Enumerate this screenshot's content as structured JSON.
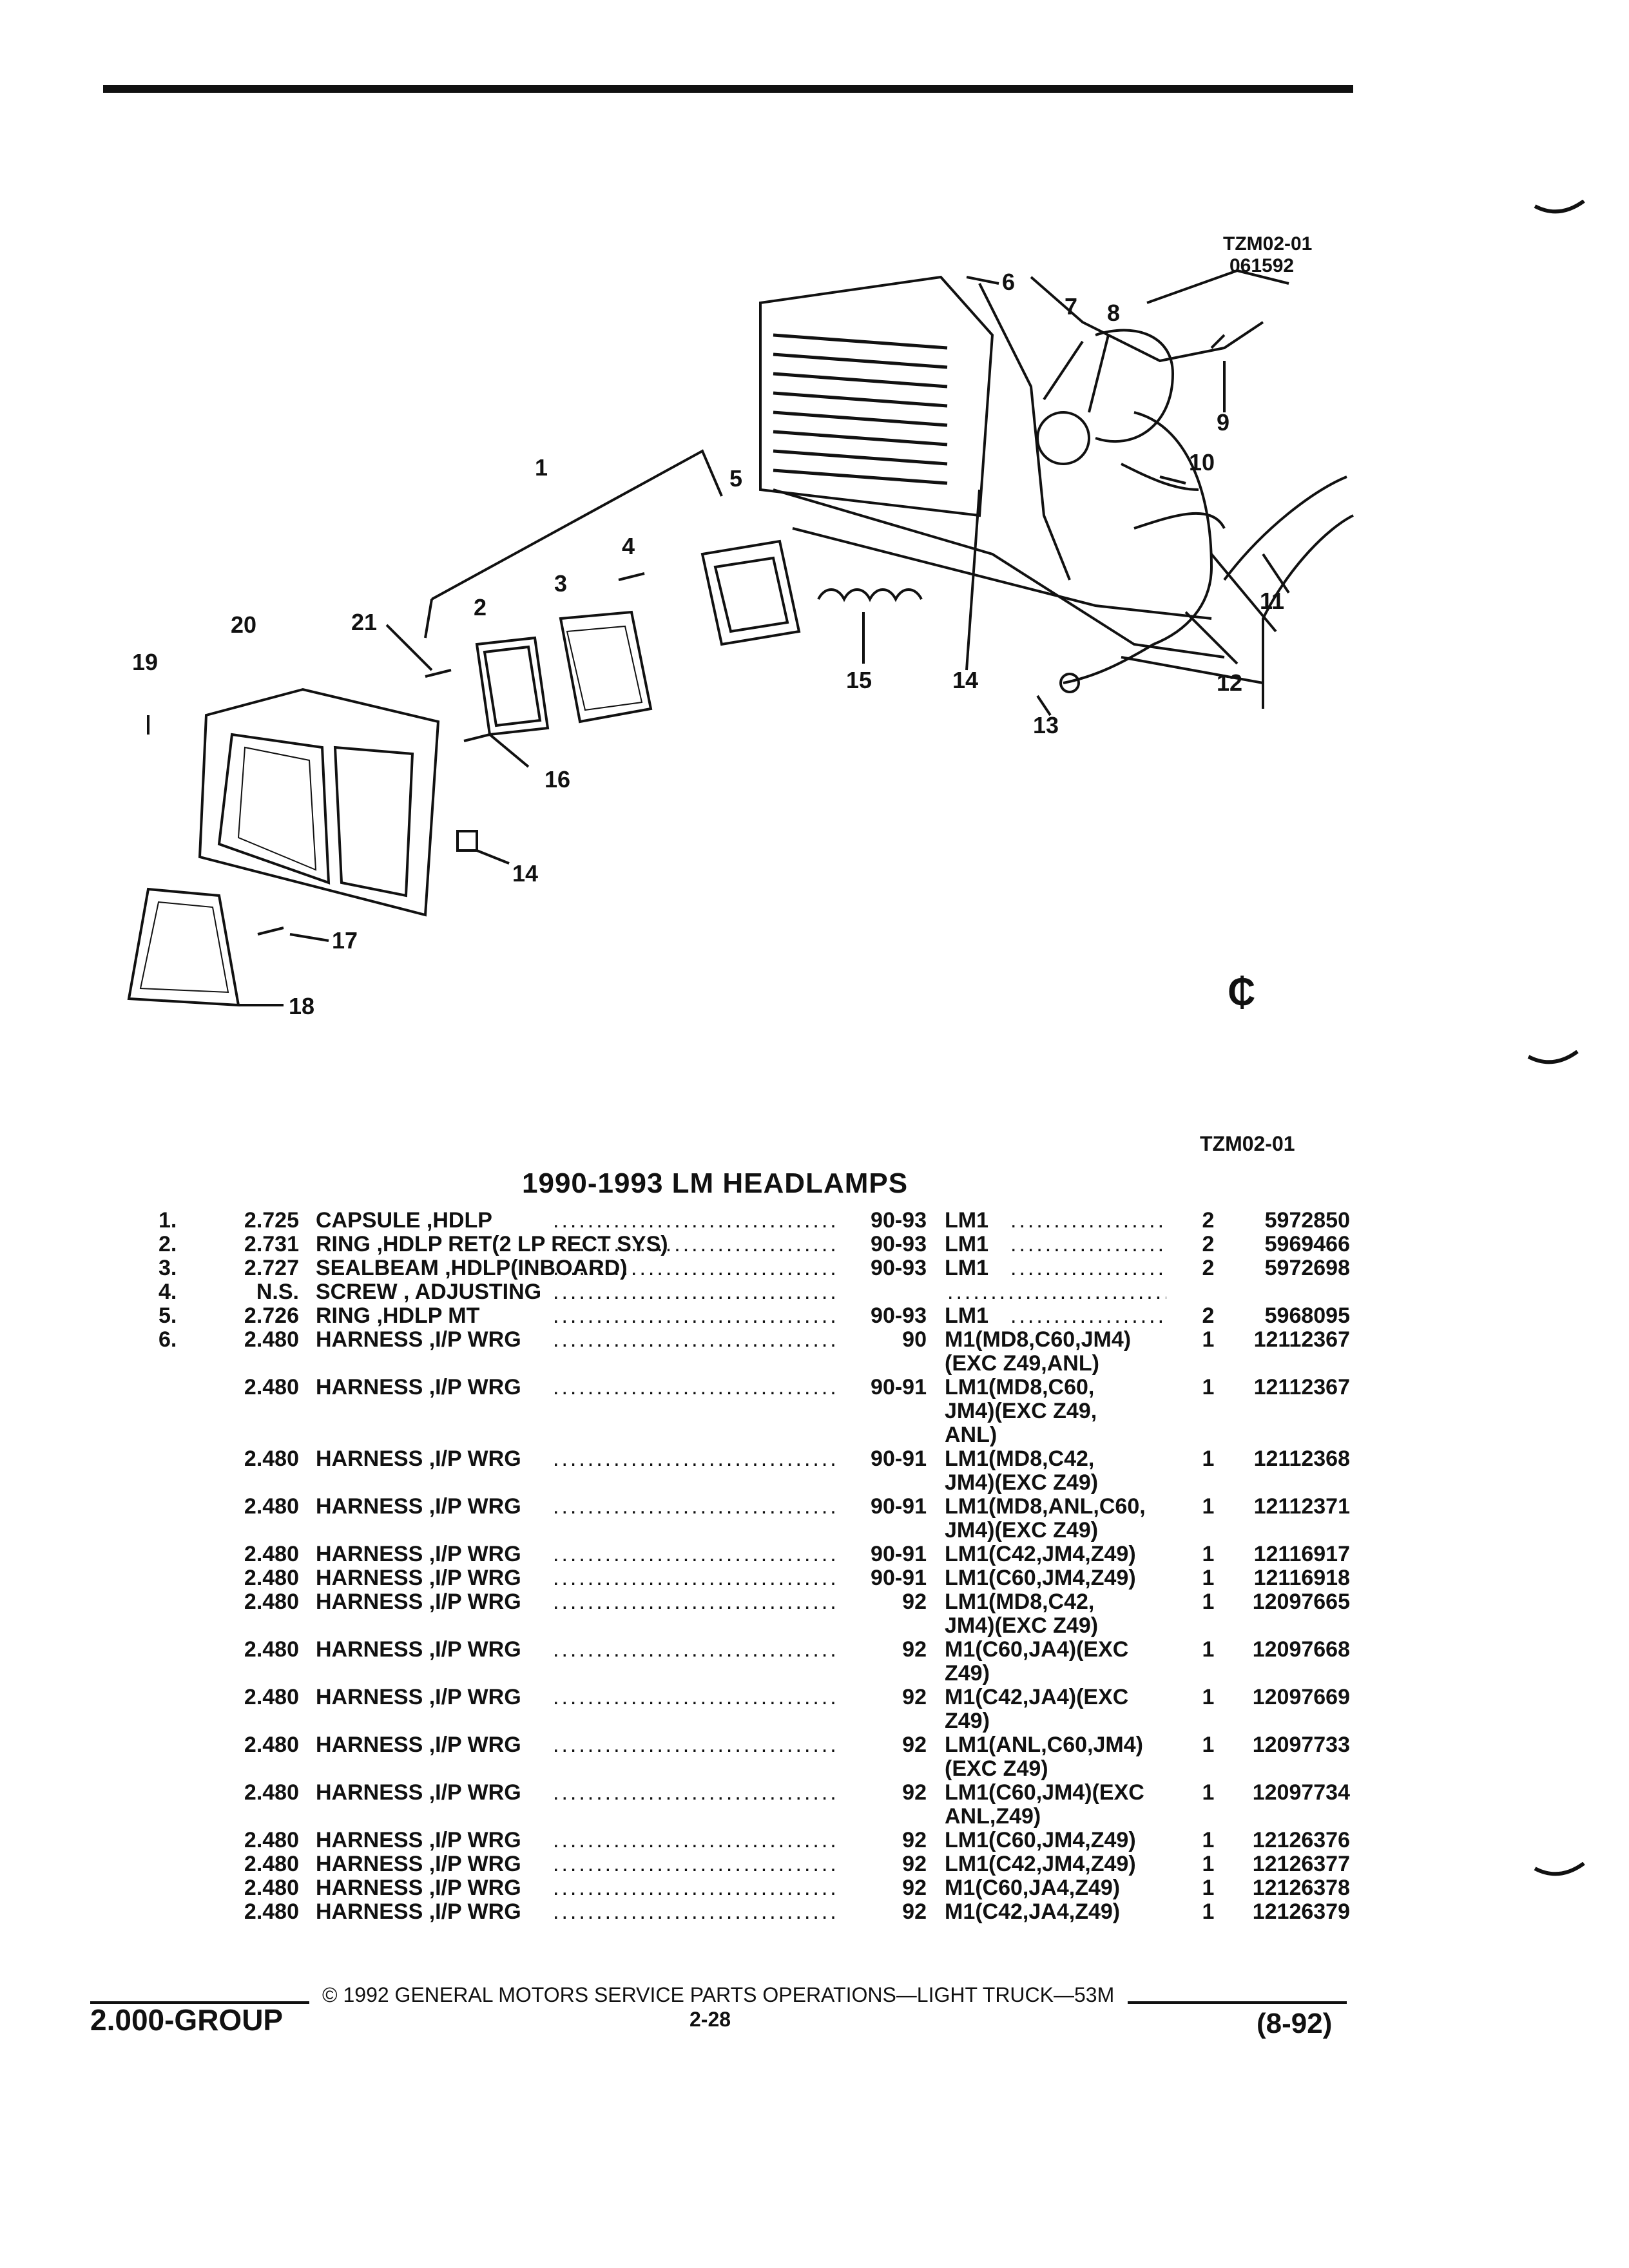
{
  "header": {
    "stamp_code": "TZM02-01",
    "stamp_date": "061592"
  },
  "callouts": [
    "1",
    "2",
    "3",
    "4",
    "5",
    "6",
    "7",
    "8",
    "9",
    "10",
    "11",
    "12",
    "13",
    "14",
    "15",
    "14",
    "16",
    "17",
    "18",
    "19",
    "20",
    "21"
  ],
  "logo_glyph": "₵",
  "figure_code": "TZM02-01",
  "section_title": "1990-1993 LM HEADLAMPS",
  "parts": [
    {
      "idx": "1.",
      "ref": "2.725",
      "desc": "CAPSULE ,HDLP",
      "years": "90-93",
      "app": "LM1",
      "qty": "2",
      "pn": "5972850"
    },
    {
      "idx": "2.",
      "ref": "2.731",
      "desc": "RING ,HDLP RET(2 LP RECT SYS)",
      "years": "90-93",
      "app": "LM1",
      "qty": "2",
      "pn": "5969466"
    },
    {
      "idx": "3.",
      "ref": "2.727",
      "desc": "SEALBEAM ,HDLP(INBOARD)",
      "years": "90-93",
      "app": "LM1",
      "qty": "2",
      "pn": "5972698"
    },
    {
      "idx": "4.",
      "ref": "N.S.",
      "desc": "SCREW , ADJUSTING",
      "years": "",
      "app": "",
      "qty": "",
      "pn": ""
    },
    {
      "idx": "5.",
      "ref": "2.726",
      "desc": "RING ,HDLP MT",
      "years": "90-93",
      "app": "LM1",
      "qty": "2",
      "pn": "5968095"
    },
    {
      "idx": "6.",
      "ref": "2.480",
      "desc": "HARNESS ,I/P WRG",
      "years": "90",
      "app": "M1(MD8,C60,JM4)\n(EXC Z49,ANL)",
      "qty": "1",
      "pn": "12112367"
    },
    {
      "idx": "",
      "ref": "2.480",
      "desc": "HARNESS ,I/P WRG",
      "years": "90-91",
      "app": "LM1(MD8,C60,\nJM4)(EXC Z49,\nANL)",
      "qty": "1",
      "pn": "12112367"
    },
    {
      "idx": "",
      "ref": "2.480",
      "desc": "HARNESS ,I/P WRG",
      "years": "90-91",
      "app": "LM1(MD8,C42,\nJM4)(EXC Z49)",
      "qty": "1",
      "pn": "12112368"
    },
    {
      "idx": "",
      "ref": "2.480",
      "desc": "HARNESS ,I/P WRG",
      "years": "90-91",
      "app": "LM1(MD8,ANL,C60,\nJM4)(EXC Z49)",
      "qty": "1",
      "pn": "12112371"
    },
    {
      "idx": "",
      "ref": "2.480",
      "desc": "HARNESS ,I/P WRG",
      "years": "90-91",
      "app": "LM1(C42,JM4,Z49)",
      "qty": "1",
      "pn": "12116917"
    },
    {
      "idx": "",
      "ref": "2.480",
      "desc": "HARNESS ,I/P WRG",
      "years": "90-91",
      "app": "LM1(C60,JM4,Z49)",
      "qty": "1",
      "pn": "12116918"
    },
    {
      "idx": "",
      "ref": "2.480",
      "desc": "HARNESS ,I/P WRG",
      "years": "92",
      "app": "LM1(MD8,C42,\nJM4)(EXC Z49)",
      "qty": "1",
      "pn": "12097665"
    },
    {
      "idx": "",
      "ref": "2.480",
      "desc": "HARNESS ,I/P WRG",
      "years": "92",
      "app": "M1(C60,JA4)(EXC\nZ49)",
      "qty": "1",
      "pn": "12097668"
    },
    {
      "idx": "",
      "ref": "2.480",
      "desc": "HARNESS ,I/P WRG",
      "years": "92",
      "app": "M1(C42,JA4)(EXC\nZ49)",
      "qty": "1",
      "pn": "12097669"
    },
    {
      "idx": "",
      "ref": "2.480",
      "desc": "HARNESS ,I/P WRG",
      "years": "92",
      "app": "LM1(ANL,C60,JM4)\n(EXC Z49)",
      "qty": "1",
      "pn": "12097733"
    },
    {
      "idx": "",
      "ref": "2.480",
      "desc": "HARNESS ,I/P WRG",
      "years": "92",
      "app": "LM1(C60,JM4)(EXC\nANL,Z49)",
      "qty": "1",
      "pn": "12097734"
    },
    {
      "idx": "",
      "ref": "2.480",
      "desc": "HARNESS ,I/P WRG",
      "years": "92",
      "app": "LM1(C60,JM4,Z49)",
      "qty": "1",
      "pn": "12126376"
    },
    {
      "idx": "",
      "ref": "2.480",
      "desc": "HARNESS ,I/P WRG",
      "years": "92",
      "app": "LM1(C42,JM4,Z49)",
      "qty": "1",
      "pn": "12126377"
    },
    {
      "idx": "",
      "ref": "2.480",
      "desc": "HARNESS ,I/P WRG",
      "years": "92",
      "app": "M1(C60,JA4,Z49)",
      "qty": "1",
      "pn": "12126378"
    },
    {
      "idx": "",
      "ref": "2.480",
      "desc": "HARNESS ,I/P WRG",
      "years": "92",
      "app": "M1(C42,JA4,Z49)",
      "qty": "1",
      "pn": "12126379"
    }
  ],
  "footer": {
    "copyright": "©  1992  GENERAL MOTORS SERVICE PARTS OPERATIONS—LIGHT TRUCK—53M",
    "group": "2.000-GROUP",
    "page_number": "2-28",
    "date": "(8-92)"
  }
}
